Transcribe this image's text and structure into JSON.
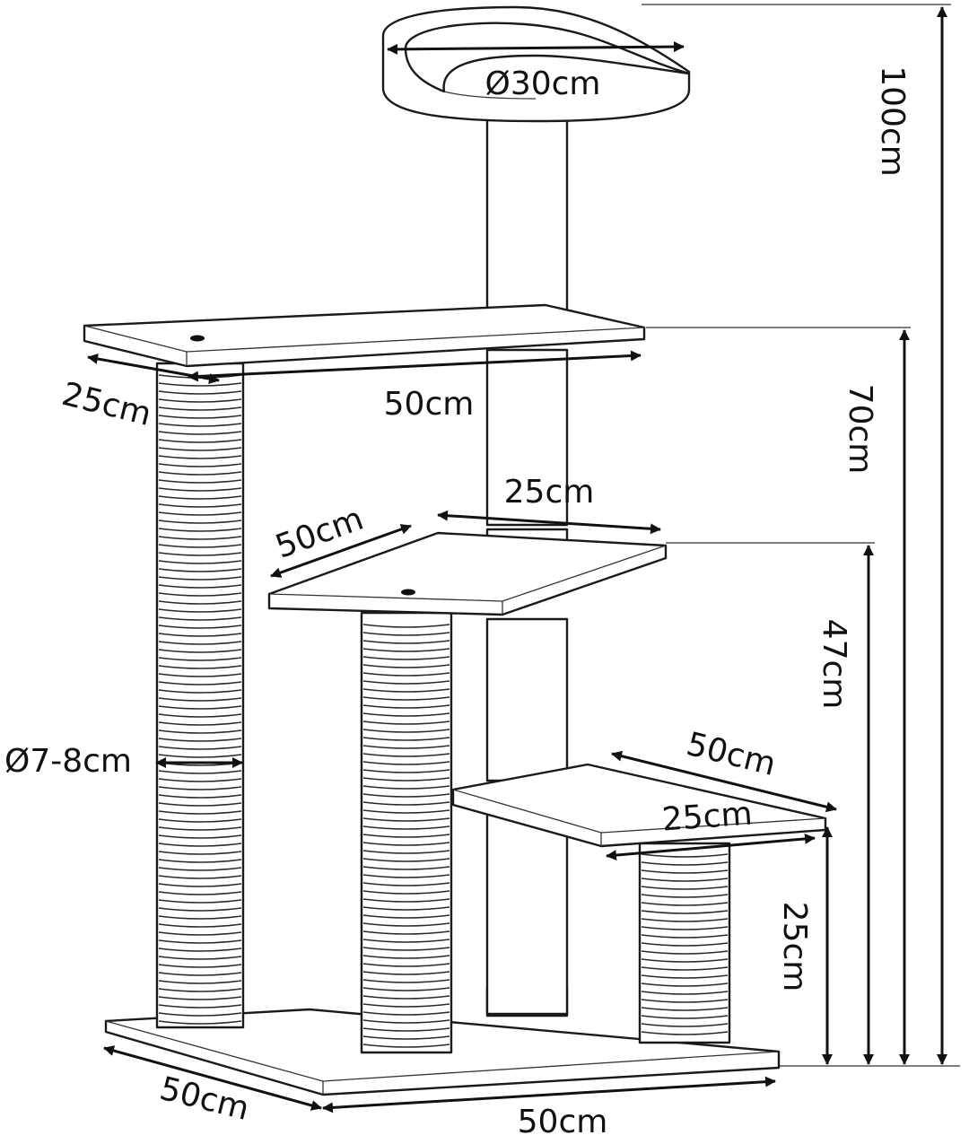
{
  "diagram": {
    "colors": {
      "line": "#1a1a1a",
      "fill": "#ffffff",
      "background": "#ffffff"
    },
    "labels": {
      "bed_diameter": "Ø30cm",
      "total_height": "100cm",
      "top_platform_height": "70cm",
      "top_platform_length": "50cm",
      "top_platform_depth": "25cm",
      "middle_platform_length": "50cm",
      "middle_platform_depth": "25cm",
      "middle_platform_height": "47cm",
      "post_diameter": "Ø7-8cm",
      "low_platform_length": "50cm",
      "low_platform_depth": "25cm",
      "low_platform_height": "25cm",
      "base_depth": "50cm",
      "base_length": "50cm"
    }
  }
}
